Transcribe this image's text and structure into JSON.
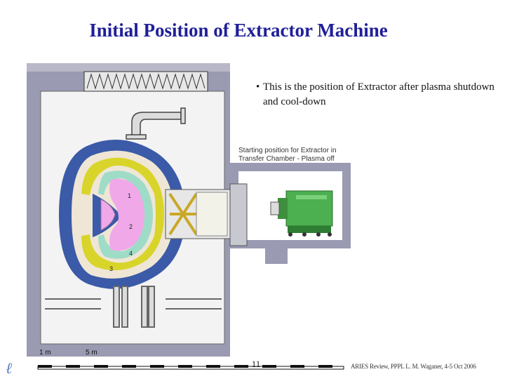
{
  "slide": {
    "title": "Initial Position of Extractor Machine",
    "bullet_glyph": "•",
    "bullet_text": "This is the position of Extractor after plasma shutdown and cool-down",
    "page_number": "11",
    "footer": "ARIES Review, PPPL   L. M. Waganer, 4-5 Oct 2006"
  },
  "drawing": {
    "callout_line1": "Starting position for Extractor in",
    "callout_line2": "Transfer Chamber - Plasma off",
    "scale_1m": "1 m",
    "scale_5m": "5 m",
    "coil_labels": [
      "1",
      "2",
      "3",
      "4"
    ],
    "wall_color": "#8e8ea8",
    "vessel_color": "#3b5aa8",
    "coil_yellow": "#d8d42a",
    "coil_pink": "#f0a8e8",
    "extractor_color": "#4caf50"
  },
  "logo": {
    "icon": "aries-logo-icon",
    "glyph": "ℓ"
  }
}
